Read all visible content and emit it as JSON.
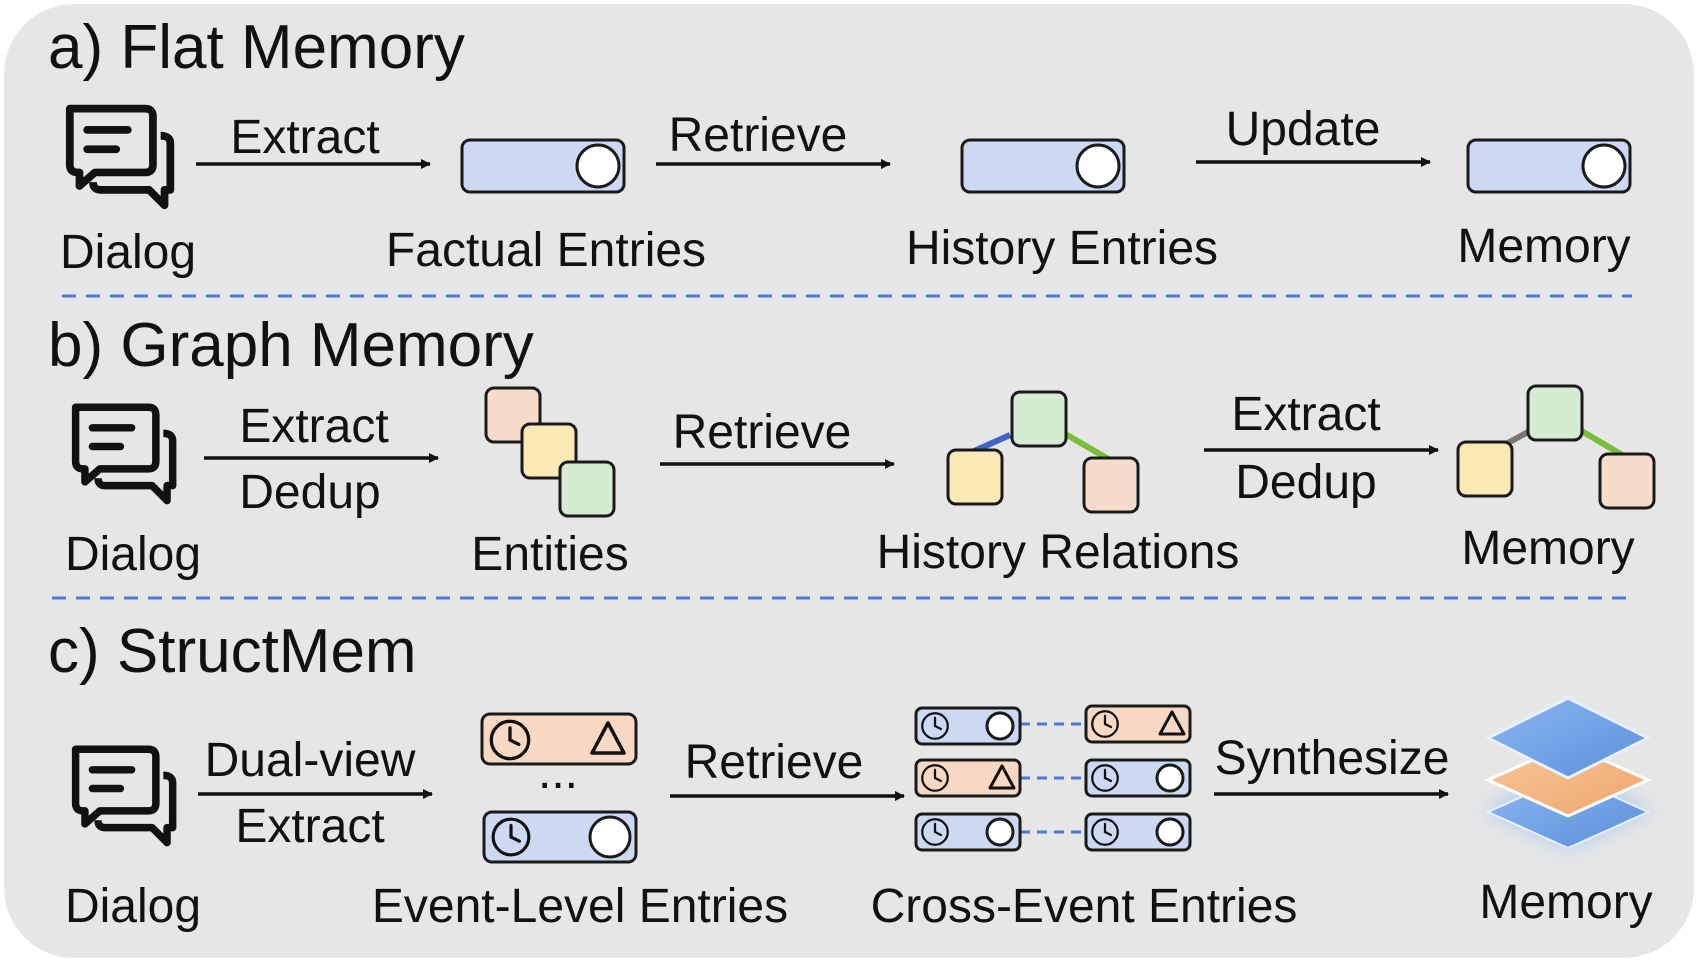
{
  "colors": {
    "panel_bg": "#e6e6e6",
    "divider": "#4a7ad8",
    "entry_blue": "#cdd8f2",
    "entry_orange": "#f7d8c3",
    "entity_orange": "#f7dccb",
    "entity_yellow": "#fbe9b5",
    "entity_green": "#d6ecd2",
    "edge_blue": "#3f63c6",
    "edge_green": "#7bbe3c",
    "edge_gray": "#777777",
    "stroke": "#1a1a1a"
  },
  "sections": {
    "flat": {
      "title": "a) Flat Memory",
      "dialog": "Dialog",
      "op1": "Extract",
      "node1": "Factual Entries",
      "op2": "Retrieve",
      "node2": "History Entries",
      "op3": "Update",
      "node3": "Memory"
    },
    "graph": {
      "title": "b) Graph Memory",
      "dialog": "Dialog",
      "op1a": "Extract",
      "op1b": "Dedup",
      "node1": "Entities",
      "op2": "Retrieve",
      "node2": "History Relations",
      "op3a": "Extract",
      "op3b": "Dedup",
      "node3": "Memory"
    },
    "struct": {
      "title": "c) StructMem",
      "dialog": "Dialog",
      "op1a": "Dual-view",
      "op1b": "Extract",
      "ellipsis": "...",
      "node1": "Event-Level Entries",
      "op2": "Retrieve",
      "node2": "Cross-Event Entries",
      "op3": "Synthesize",
      "node3": "Memory"
    }
  },
  "icons": [
    "chat-bubbles-icon",
    "toggle-entry-icon",
    "clock-icon",
    "triangle-icon",
    "layers-stack-icon",
    "entity-node-icon"
  ]
}
